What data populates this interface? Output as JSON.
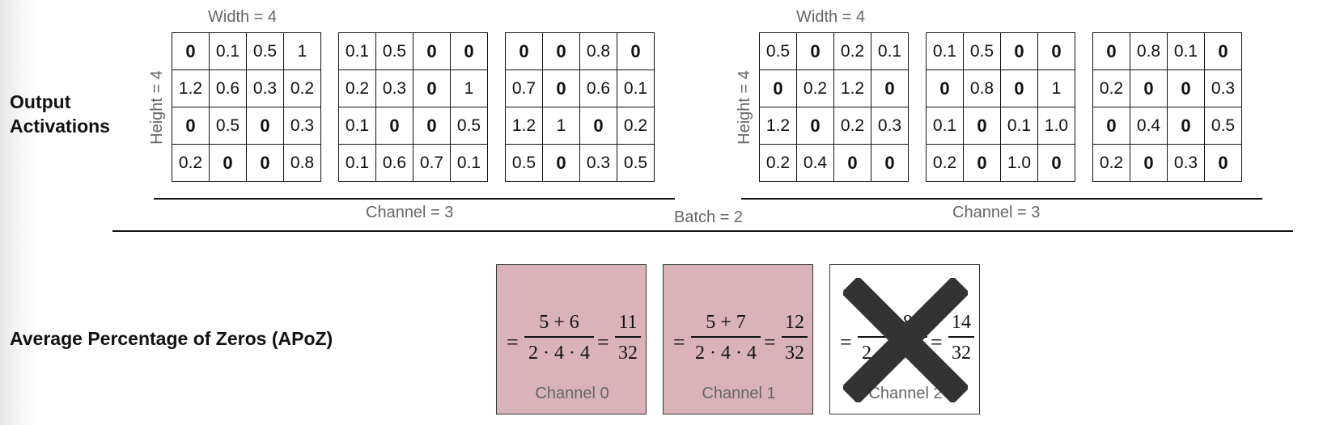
{
  "labels": {
    "output_activations": "Output\nActivations",
    "apoz": "Average Percentage of Zeros (APoZ)",
    "width": "Width = 4",
    "height": "Height = 4",
    "channel": "Channel = 3",
    "batch": "Batch = 2"
  },
  "batches": [
    {
      "channels": [
        [
          [
            "0",
            "0.1",
            "0.5",
            "1"
          ],
          [
            "1.2",
            "0.6",
            "0.3",
            "0.2"
          ],
          [
            "0",
            "0.5",
            "0",
            "0.3"
          ],
          [
            "0.2",
            "0",
            "0",
            "0.8"
          ]
        ],
        [
          [
            "0.1",
            "0.5",
            "0",
            "0"
          ],
          [
            "0.2",
            "0.3",
            "0",
            "1"
          ],
          [
            "0.1",
            "0",
            "0",
            "0.5"
          ],
          [
            "0.1",
            "0.6",
            "0.7",
            "0.1"
          ]
        ],
        [
          [
            "0",
            "0",
            "0.8",
            "0"
          ],
          [
            "0.7",
            "0",
            "0.6",
            "0.1"
          ],
          [
            "1.2",
            "1",
            "0",
            "0.2"
          ],
          [
            "0.5",
            "0",
            "0.3",
            "0.5"
          ]
        ]
      ]
    },
    {
      "channels": [
        [
          [
            "0.5",
            "0",
            "0.2",
            "0.1"
          ],
          [
            "0",
            "0.2",
            "1.2",
            "0"
          ],
          [
            "1.2",
            "0",
            "0.2",
            "0.3"
          ],
          [
            "0.2",
            "0.4",
            "0",
            "0"
          ]
        ],
        [
          [
            "0.1",
            "0.5",
            "0",
            "0"
          ],
          [
            "0",
            "0.8",
            "0",
            "1"
          ],
          [
            "0.1",
            "0",
            "0.1",
            "1.0"
          ],
          [
            "0.2",
            "0",
            "1.0",
            "0"
          ]
        ],
        [
          [
            "0",
            "0.8",
            "0.1",
            "0"
          ],
          [
            "0.2",
            "0",
            "0",
            "0.3"
          ],
          [
            "0",
            "0.4",
            "0",
            "0.5"
          ],
          [
            "0.2",
            "0",
            "0.3",
            "0"
          ]
        ]
      ]
    }
  ],
  "apoz": [
    {
      "numerator": "5 + 6",
      "denominator": "2 · 4 · 4",
      "result_num": "11",
      "result_den": "32",
      "name": "Channel 0",
      "pruned": false
    },
    {
      "numerator": "5 + 7",
      "denominator": "2 · 4 · 4",
      "result_num": "12",
      "result_den": "32",
      "name": "Channel 1",
      "pruned": false
    },
    {
      "numerator": "6 + 8",
      "denominator": "2 · 4 · 4",
      "result_num": "14",
      "result_den": "32",
      "name": "Channel 2",
      "pruned": true
    }
  ],
  "colors": {
    "kept_fill": "#d9b3b9",
    "pruned_fill": "#ffffff",
    "cross": "#333333"
  }
}
